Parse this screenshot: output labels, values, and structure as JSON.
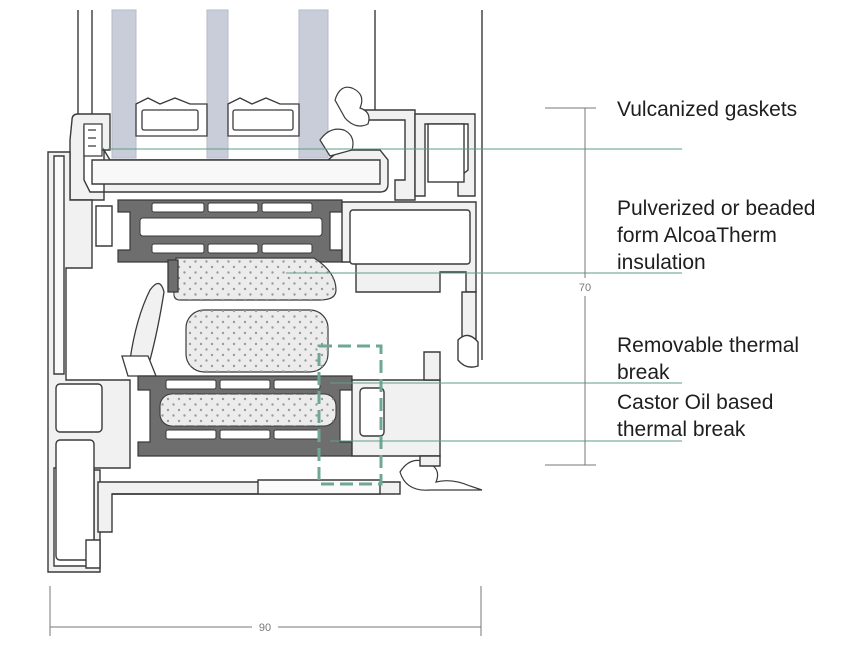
{
  "callouts": [
    {
      "lines": [
        "Vulcanized gaskets"
      ]
    },
    {
      "lines": [
        "Pulverized or beaded",
        "form AlcoaTherm",
        "insulation"
      ]
    },
    {
      "lines": [
        "Removable thermal",
        "break"
      ]
    },
    {
      "lines": [
        "Castor Oil based",
        "thermal break"
      ]
    }
  ],
  "dimensions": {
    "height": "70",
    "width": "90"
  },
  "colors": {
    "profile_fill": "#f1f1f1",
    "profile_stroke": "#3a3a3a",
    "thermal_break": "#6e6e6e",
    "glass": "#c9cdd9",
    "leader": "#5e9e86",
    "highlight": "#6fa892",
    "insulation_fill": "#ececec",
    "insulation_dot": "#9a9a9a"
  }
}
